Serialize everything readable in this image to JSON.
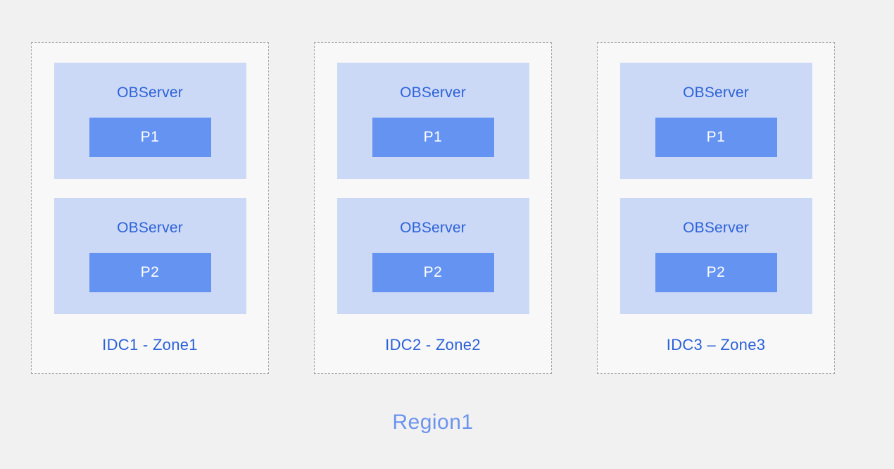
{
  "diagram": {
    "region_label": "Region1",
    "zones": [
      {
        "label": "IDC1 - Zone1",
        "servers": [
          {
            "title": "OBServer",
            "partition": "P1"
          },
          {
            "title": "OBServer",
            "partition": "P2"
          }
        ]
      },
      {
        "label": "IDC2 - Zone2",
        "servers": [
          {
            "title": "OBServer",
            "partition": "P1"
          },
          {
            "title": "OBServer",
            "partition": "P2"
          }
        ]
      },
      {
        "label": "IDC3 – Zone3",
        "servers": [
          {
            "title": "OBServer",
            "partition": "P1"
          },
          {
            "title": "OBServer",
            "partition": "P2"
          }
        ]
      }
    ],
    "colors": {
      "page_bg": "#f1f1f2",
      "zone_bg": "#f8f8f8",
      "zone_border": "#a6a6a6",
      "server_bg": "#ccd9f6",
      "partition_bg": "#6593f2",
      "partition_text": "#ffffff",
      "server_title_text": "#2d62d8",
      "zone_label_text": "#2b61d8",
      "region_label_text": "#6d94ed"
    }
  }
}
